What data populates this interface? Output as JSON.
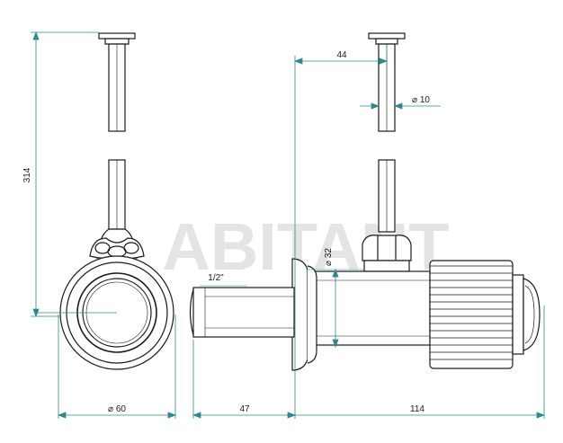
{
  "colors": {
    "outline": "#1a1a1a",
    "dimension": "#2e8a8a",
    "dimension_text": "#1a1a1a",
    "watermark": "#cfcfcf"
  },
  "watermark": {
    "text": "ABITANT"
  },
  "dimensions": {
    "height_total": "314",
    "outer_diameter": "⌀ 60",
    "inlet_length": "47",
    "body_length": "114",
    "offset": "44",
    "pipe_diameter": "⌀ 10",
    "body_diameter": "⌀ 32",
    "thread": "1/2\""
  }
}
